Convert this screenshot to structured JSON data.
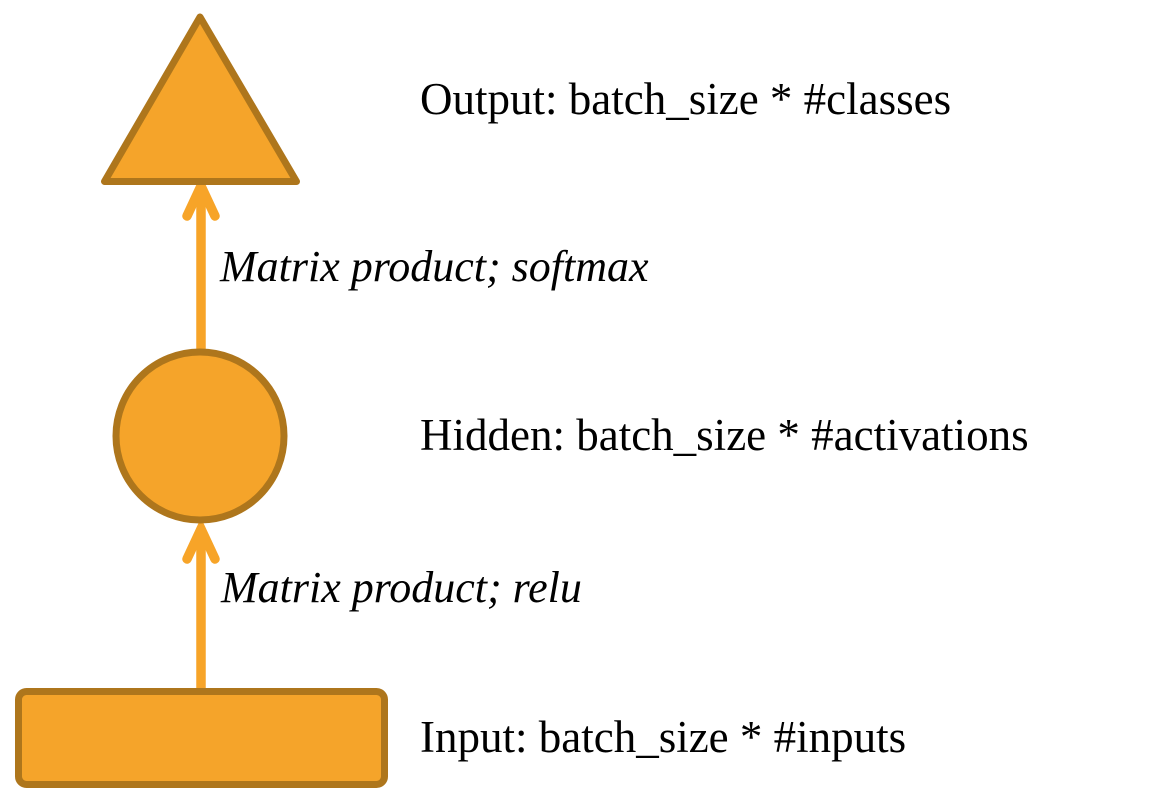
{
  "diagram": {
    "nodes": [
      {
        "id": "output",
        "shape": "triangle",
        "label": "Output: batch_size * #classes"
      },
      {
        "id": "hidden",
        "shape": "circle",
        "label": "Hidden: batch_size * #activations"
      },
      {
        "id": "input",
        "shape": "rectangle",
        "label": "Input: batch_size * #inputs"
      }
    ],
    "edges": [
      {
        "from": "hidden",
        "to": "output",
        "label": "Matrix product; softmax"
      },
      {
        "from": "input",
        "to": "hidden",
        "label": "Matrix product; relu"
      }
    ]
  },
  "colors": {
    "shape_fill": "#F5A42A",
    "shape_stroke": "#AE761C",
    "arrow": "#F7A428",
    "text": "#000000",
    "background": "#FFFFFF"
  }
}
